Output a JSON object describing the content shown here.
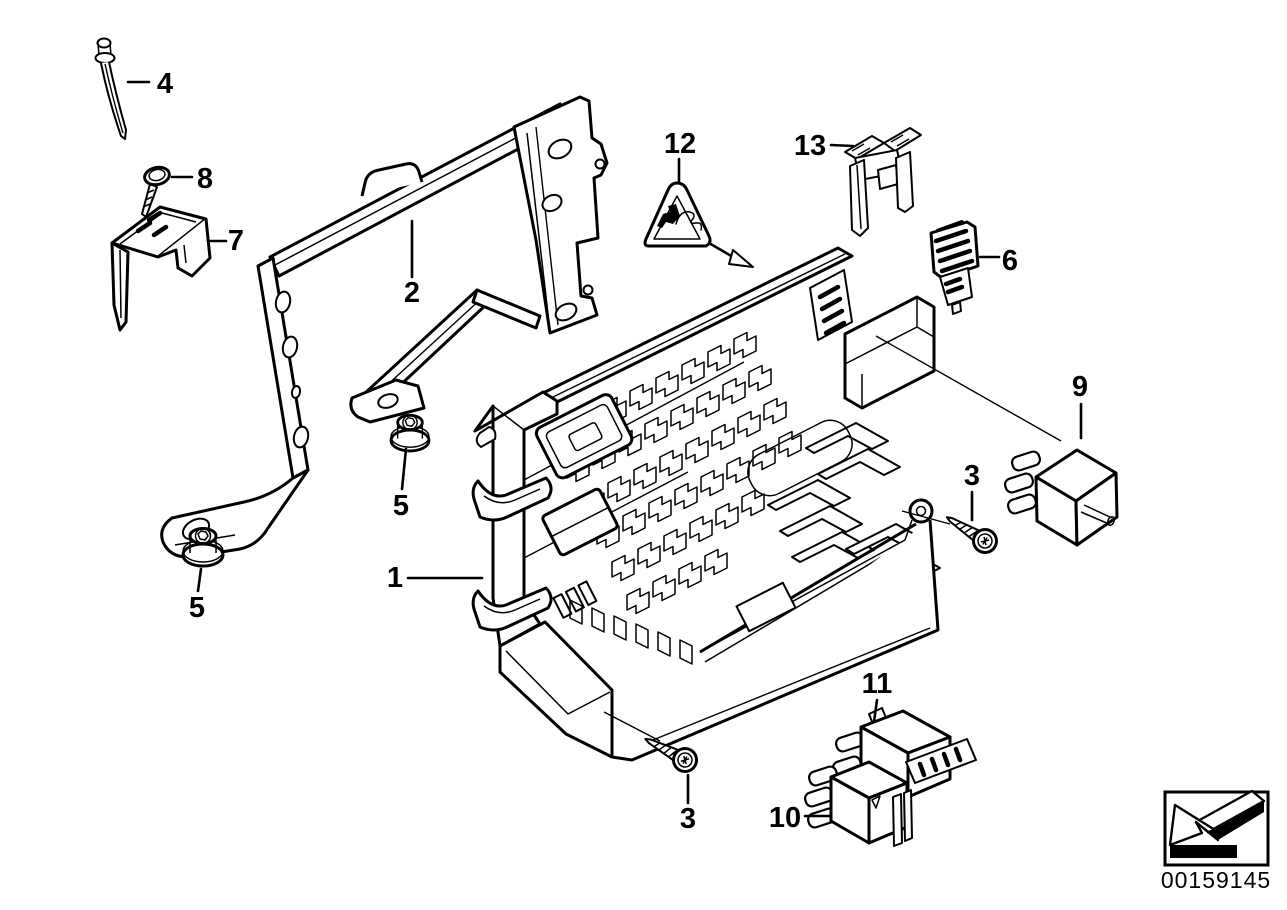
{
  "page": {
    "background_color": "#ffffff",
    "line_color": "#000000"
  },
  "diagram": {
    "description": "Exploded parts diagram: power distribution fuse box with mounting bracket, screws, nuts, relays and accessories",
    "callouts": [
      {
        "ref": "fuse-box",
        "label": "1"
      },
      {
        "ref": "mounting-bracket",
        "label": "2"
      },
      {
        "ref": "screw-right",
        "label": "3"
      },
      {
        "ref": "screw-bottom",
        "label": "3"
      },
      {
        "ref": "cable-strap",
        "label": "4"
      },
      {
        "ref": "hex-nut-upper",
        "label": "5"
      },
      {
        "ref": "hex-nut-lower",
        "label": "5"
      },
      {
        "ref": "plug-connector",
        "label": "6"
      },
      {
        "ref": "bracket-clip",
        "label": "7"
      },
      {
        "ref": "screw-top",
        "label": "8"
      },
      {
        "ref": "relay-cube",
        "label": "9"
      },
      {
        "ref": "relay-front",
        "label": "10"
      },
      {
        "ref": "relay-rear",
        "label": "11"
      },
      {
        "ref": "warning-label",
        "label": "12"
      },
      {
        "ref": "fuse-puller",
        "label": "13"
      }
    ],
    "icons": {
      "warning_triangle": "warning-triangle-icon",
      "page_turn_arrow": "page-turn-arrow-icon"
    },
    "footer": {
      "part_number": "00159145"
    }
  }
}
